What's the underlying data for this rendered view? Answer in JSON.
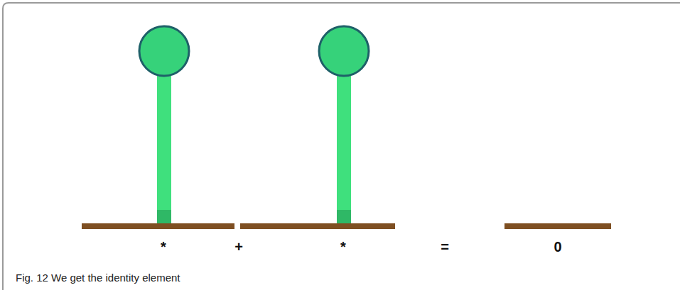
{
  "diagram": {
    "caption": "Fig. 12 We get the identity element",
    "labels": [
      "*",
      "+",
      "*",
      "=",
      "0"
    ]
  }
}
